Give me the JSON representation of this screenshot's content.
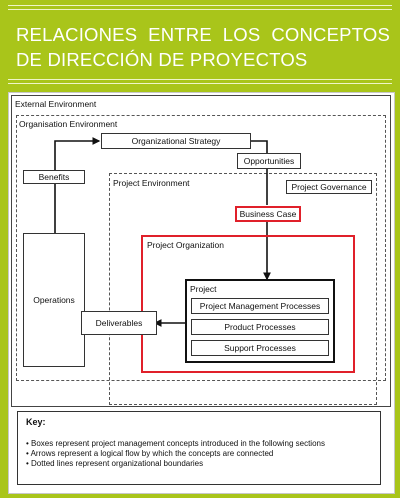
{
  "header": {
    "title_line1": "RELACIONES ENTRE LOS CONCEPTOS",
    "title_line2": "DE DIRECCIÓN DE PROYECTOS"
  },
  "diagram": {
    "external_environment": "External Environment",
    "organisation_environment": "Organisation Environment",
    "organizational_strategy": "Organizational Strategy",
    "opportunities": "Opportunities",
    "benefits": "Benefits",
    "project_environment": "Project Environment",
    "project_governance": "Project Governance",
    "business_case": "Business Case",
    "project_organization": "Project Organization",
    "project": "Project",
    "project_management_processes": "Project Management Processes",
    "product_processes": "Product Processes",
    "support_processes": "Support Processes",
    "operations": "Operations",
    "deliverables": "Deliverables"
  },
  "key": {
    "title": "Key:",
    "items": [
      "• Boxes represent project management concepts introduced in the following sections",
      "• Arrows represent a logical flow by which the concepts are connected",
      "• Dotted lines represent organizational boundaries"
    ]
  },
  "colors": {
    "background": "#a9c51a",
    "highlight": "#e0202a"
  }
}
